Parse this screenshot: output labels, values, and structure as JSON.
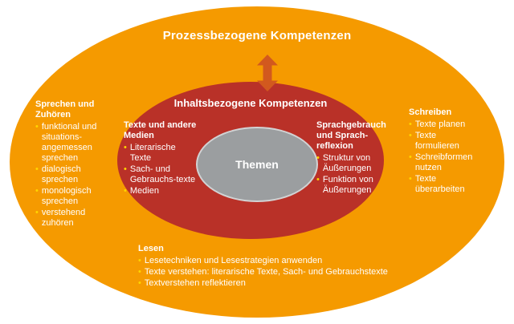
{
  "titles": {
    "outer": "Prozessbezogene Kompetenzen",
    "inner": "Inhaltsbezogene Kompetenzen",
    "center": "Themen"
  },
  "icons": {
    "bullet": "•",
    "double_arrow": "double-headed-vertical-arrow"
  },
  "colors": {
    "background": "#FFFFFF",
    "outer_ellipse": "#F59A00",
    "inner_ellipse": "#B93128",
    "center_ellipse": "#9B9EA0",
    "arrow": "#D2591E",
    "bullet": "#FFD500",
    "text": "#FFFFFF"
  },
  "sections": {
    "sprechen_und_zuhoeren": {
      "title": "Sprechen und Zuhören",
      "items": [
        "funktional und situations-angemessen sprechen",
        "dialogisch sprechen",
        "monologisch sprechen",
        "verstehend zuhören"
      ]
    },
    "schreiben": {
      "title": "Schreiben",
      "items": [
        "Texte planen",
        "Texte formulieren",
        "Schreibformen nutzen",
        "Texte überarbeiten"
      ]
    },
    "lesen": {
      "title": "Lesen",
      "items": [
        "Lesetechniken und Lesestrategien anwenden",
        "Texte verstehen: literarische Texte, Sach- und Gebrauchstexte",
        "Textverstehen reflektieren"
      ]
    },
    "texte_und_andere_medien": {
      "title": "Texte und andere Medien",
      "items": [
        "Literarische Texte",
        "Sach- und Gebrauchs-texte",
        "Medien"
      ]
    },
    "sprachgebrauch_und_sprachreflexion": {
      "title": "Sprachgebrauch und Sprach-reflexion",
      "items": [
        "Struktur von Äußerungen",
        "Funktion von Äußerungen"
      ]
    }
  }
}
